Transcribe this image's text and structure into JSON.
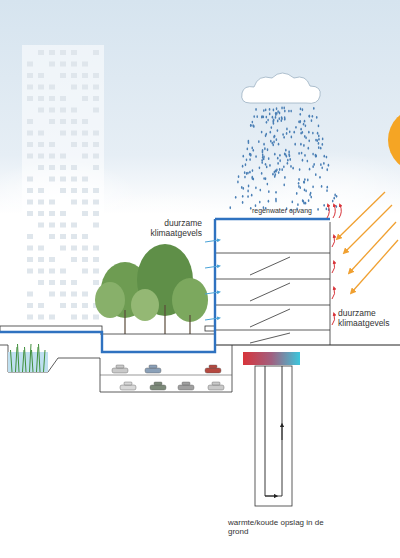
{
  "diagram": {
    "labels": [
      "regenwater opvang",
      "duurzame klimaatgevels",
      "duurzame klimaatgevels",
      "warmte/koude opslag in de grond"
    ]
  }
}
